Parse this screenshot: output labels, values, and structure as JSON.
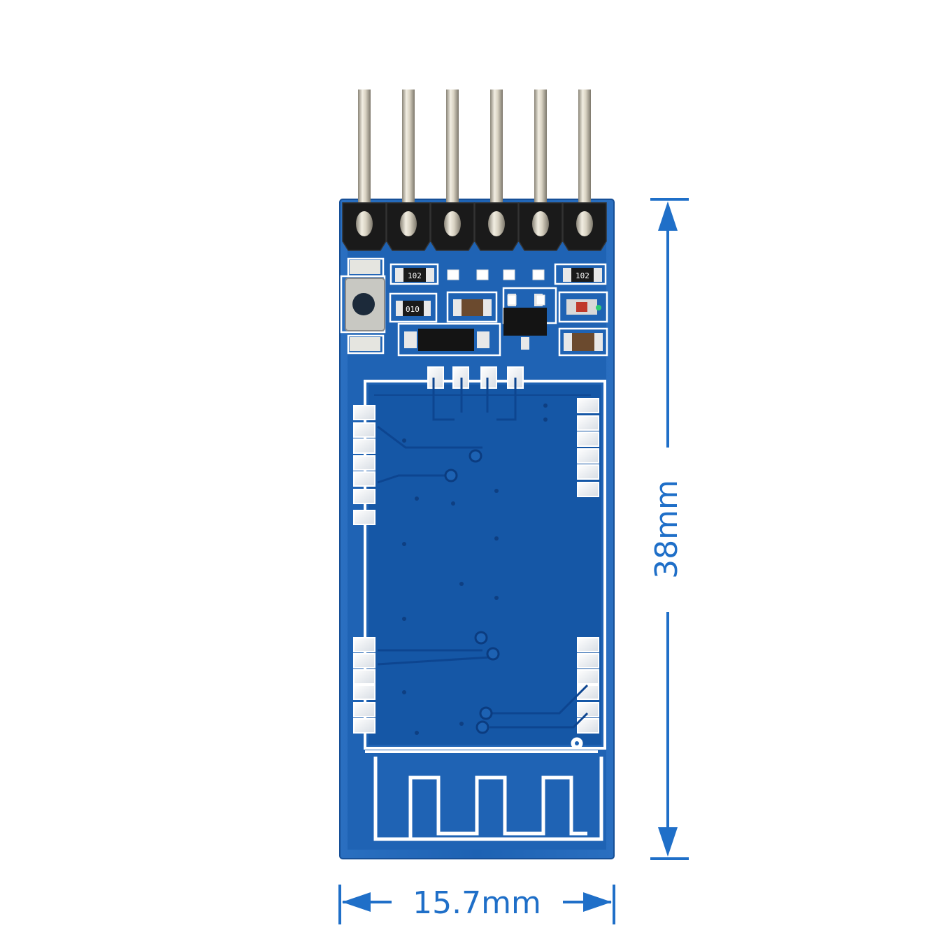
{
  "dimensions": {
    "height_label": "38mm",
    "width_label": "15.7mm"
  },
  "silkscreen": {
    "resistor_left_top": "102",
    "resistor_right_top": "102",
    "resistor_left_mid": "010"
  },
  "colors": {
    "pcb_blue": "#1a5ca8",
    "pcb_dark": "#0d3a78",
    "trace_white": "#ffffff",
    "dimension_blue": "#1f6fc8",
    "header_black": "#1a1a1a",
    "pin_gold": "#d9d3c2"
  },
  "header": {
    "pin_count": 6
  }
}
